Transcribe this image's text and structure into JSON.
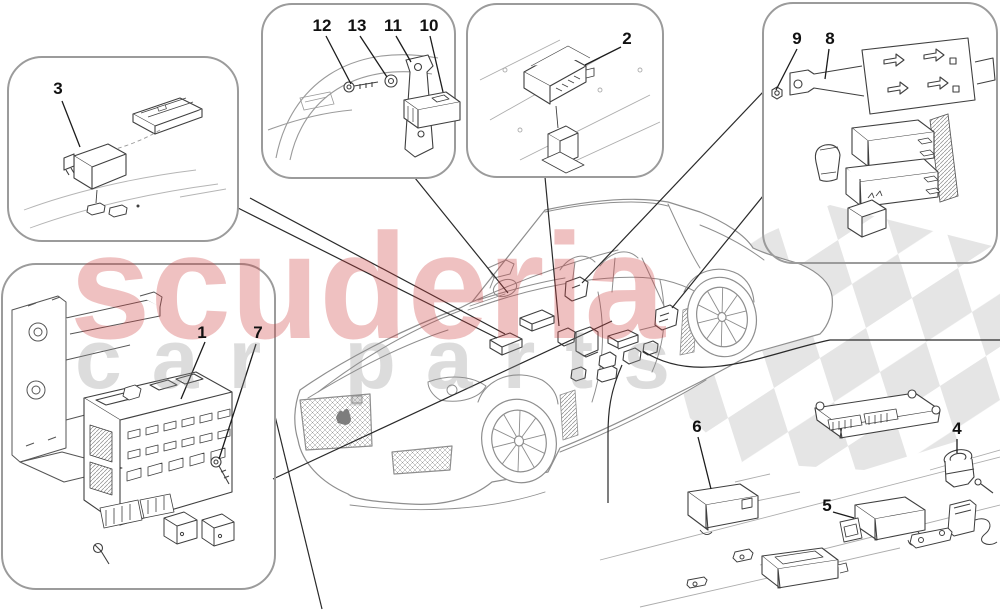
{
  "diagram": {
    "watermark": {
      "brand": "scuderia",
      "tagline": "car parts",
      "brand_color": "#cd3e3e",
      "tagline_color": "#919191",
      "checker_color": "#e2e2e2"
    },
    "line_color": "#8a8a8a",
    "callouts": {
      "c1": {
        "label": "1"
      },
      "c2": {
        "label": "2"
      },
      "c3": {
        "label": "3"
      },
      "c4": {
        "label": "4"
      },
      "c5": {
        "label": "5"
      },
      "c6": {
        "label": "6"
      },
      "c7": {
        "label": "7"
      },
      "c8": {
        "label": "8"
      },
      "c9": {
        "label": "9"
      },
      "c10": {
        "label": "10"
      },
      "c11": {
        "label": "11"
      },
      "c12": {
        "label": "12"
      },
      "c13": {
        "label": "13"
      }
    }
  }
}
